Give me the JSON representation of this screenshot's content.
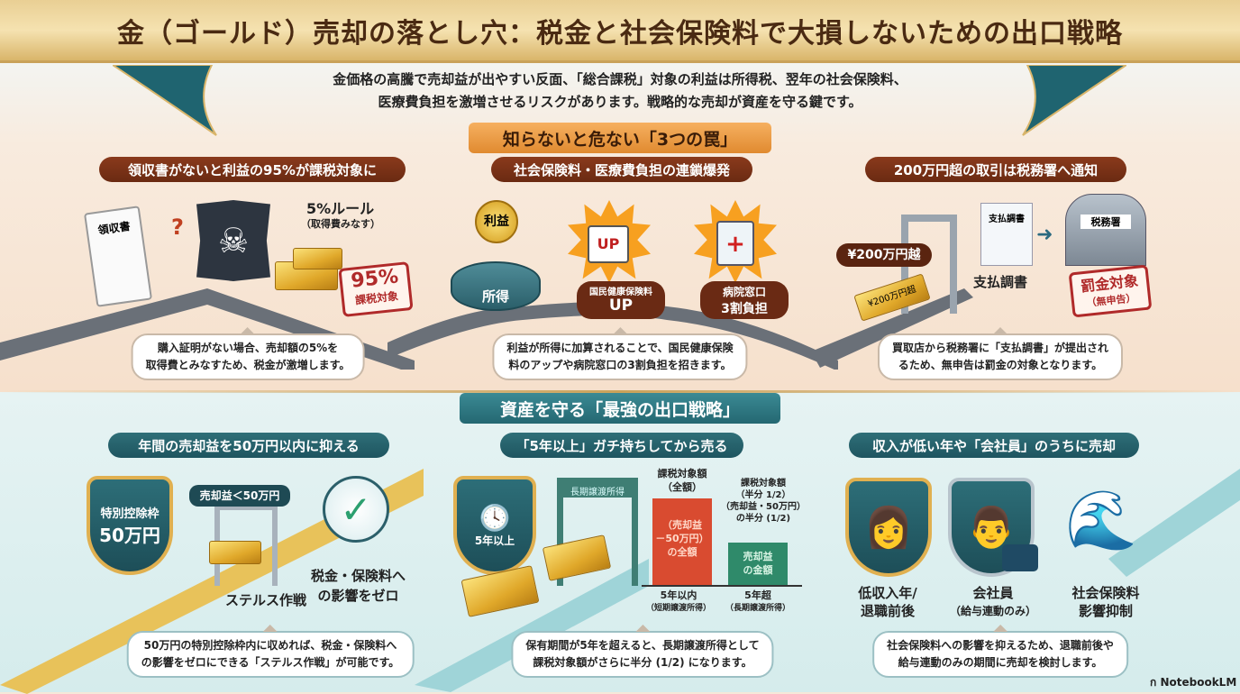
{
  "title": "金（ゴールド）売却の落とし穴：税金と社会保険料で大損しないための出口戦略",
  "intro": [
    "金価格の高騰で売却益が出やすい反面、「総合課税」対象の利益は所得税、翌年の社会保険料、",
    "医療費負担を激増させるリスクがあります。戦略的な売却が資産を守る鍵です。"
  ],
  "traps": {
    "banner": "知らないと危ない「3つの罠」",
    "items": [
      {
        "header": "領収書がないと利益の95%が課税対象に",
        "receipt": "領収書",
        "rule": "5%ルール",
        "rule_sub": "（取得費みなす）",
        "stamp_big": "95%",
        "stamp_small": "課税対象",
        "bubble": [
          "購入証明がない場合、売却額の5%を",
          "取得費とみなすため、税金が激増します。"
        ]
      },
      {
        "header": "社会保険料・医療費負担の連鎖爆発",
        "coin": "利益",
        "pot": "所得",
        "cal": "UP",
        "tag1_top": "国民健康保険料",
        "tag1_big": "UP",
        "tag2_top": "病院窓口",
        "tag2_big": "3割負担",
        "bubble": [
          "利益が所得に加算されることで、国民健康保険",
          "料のアップや病院窓口の3割負担を招きます。"
        ]
      },
      {
        "header": "200万円超の取引は税務署へ通知",
        "price_tag": "¥200万円越",
        "bar_text": "¥200万円超",
        "doc_title": "支払調書",
        "doc_label": "支払調書",
        "office": "税務署",
        "stamp_big": "罰金対象",
        "stamp_small": "（無申告）",
        "bubble": [
          "買取店から税務署に「支払調書」が提出され",
          "るため、無申告は罰金の対象となります。"
        ]
      }
    ]
  },
  "strategies": {
    "banner": "資産を守る「最強の出口戦略」",
    "items": [
      {
        "header": "年間の売却益を50万円以内に抑える",
        "shield_top": "特別控除枠",
        "shield_big": "50万円",
        "gate_tag": "売却益＜50万円",
        "stealth": "ステルス作戦",
        "zero": [
          "税金・保険料へ",
          "の影響をゼロ"
        ],
        "bubble": [
          "50万円の特別控除枠内に収めれば、税金・保険料へ",
          "の影響をゼロにできる「ステルス作戦」が可能です。"
        ]
      },
      {
        "header": "「5年以上」ガチ持ちしてから売る",
        "shield": "5年以上",
        "gate": "長期譲渡所得",
        "bar1_head": [
          "課税対象額",
          "（全額）"
        ],
        "bar1_text": [
          "（売却益",
          "－50万円）",
          "の全額"
        ],
        "bar1_label": [
          "5年以内",
          "（短期譲渡所得）"
        ],
        "bar2_head": [
          "課税対象額",
          "（半分 1/2）",
          "（売却益・50万円）",
          "の半分 (1/2)"
        ],
        "bar2_text": [
          "売却益",
          "の金額"
        ],
        "bar2_label": [
          "5年超",
          "（長期譲渡所得）"
        ],
        "bubble": [
          "保有期間が5年を超えると、長期譲渡所得として",
          "課税対象額がさらに半分 (1/2) になります。"
        ]
      },
      {
        "header": "収入が低い年や「会社員」のうちに売却",
        "p1": [
          "低収入年/",
          "退職前後"
        ],
        "p2": [
          "会社員",
          "（給与連動のみ）"
        ],
        "p3": [
          "社会保険料",
          "影響抑制"
        ],
        "bubble": [
          "社会保険料への影響を抑えるため、退職前後や",
          "給与連動のみの期間に売却を検討します。"
        ]
      }
    ]
  },
  "chart_data": {
    "type": "bar",
    "categories": [
      "5年以内",
      "5年超"
    ],
    "values": [
      1,
      0.5
    ],
    "title": "課税対象額",
    "xlabel": "",
    "ylabel": ""
  },
  "footer": {
    "brand": "NotebookLM"
  },
  "colors": {
    "brown": "#6a2a12",
    "teal": "#1e5560",
    "gold": "#e0a82a",
    "red": "#b02a2a"
  }
}
